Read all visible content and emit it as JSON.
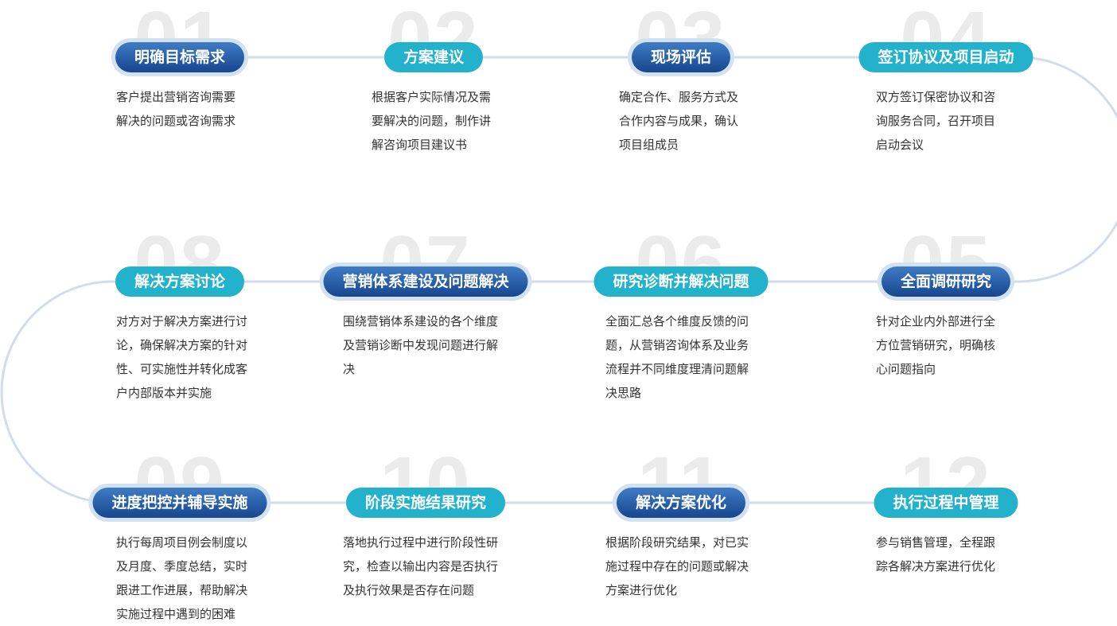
{
  "steps": [
    {
      "number": "01",
      "title": "明确目标需求",
      "style": "dark",
      "lines": [
        "客户提出营销咨询需要",
        "解决的问题或咨询需求"
      ]
    },
    {
      "number": "02",
      "title": "方案建议",
      "style": "teal",
      "lines": [
        "根据客户实际情况及需",
        "要解决的问题，制作讲",
        "解咨询项目建议书"
      ]
    },
    {
      "number": "03",
      "title": "现场评估",
      "style": "dark",
      "lines": [
        "确定合作、服务方式及",
        "合作内容与成果，确认",
        "项目组成员"
      ]
    },
    {
      "number": "04",
      "title": "签订协议及项目启动",
      "style": "teal",
      "lines": [
        "双方签订保密协议和咨",
        "询服务合同，召开项目",
        "启动会议"
      ]
    },
    {
      "number": "05",
      "title": "全面调研研究",
      "style": "dark",
      "lines": [
        "针对企业内外部进行全",
        "方位营销研究，明确核",
        "心问题指向"
      ]
    },
    {
      "number": "06",
      "title": "研究诊断并解决问题",
      "style": "teal",
      "lines": [
        "全面汇总各个维度反馈的问",
        "题，从营销咨询体系及业务",
        "流程并不同维度理清问题解",
        "决思路"
      ]
    },
    {
      "number": "07",
      "title": "营销体系建设及问题解决",
      "style": "dark",
      "lines": [
        "围绕营销体系建设的各个维度",
        "及营销诊断中发现问题进行解",
        "决"
      ]
    },
    {
      "number": "08",
      "title": "解决方案讨论",
      "style": "teal",
      "lines": [
        "对方对于解决方案进行讨",
        "论，确保解决方案的针对",
        "性、可实施性并转化成客",
        "户内部版本并实施"
      ]
    },
    {
      "number": "09",
      "title": "进度把控并辅导实施",
      "style": "dark",
      "lines": [
        "执行每周项目例会制度以",
        "及月度、季度总结，实时",
        "跟进工作进展，帮助解决",
        "实施过程中遇到的困难"
      ]
    },
    {
      "number": "10",
      "title": "阶段实施结果研究",
      "style": "teal",
      "lines": [
        "落地执行过程中进行阶段性研",
        "究，检查以输出内容是否执行",
        "及执行效果是否存在问题"
      ]
    },
    {
      "number": "11",
      "title": "解决方案优化",
      "style": "dark",
      "lines": [
        "根据阶段研究结果，对已实",
        "施过程中存在的问题或解决",
        "方案进行优化"
      ]
    },
    {
      "number": "12",
      "title": "执行过程中管理",
      "style": "teal",
      "lines": [
        "参与销售管理，全程跟",
        "踪各解决方案进行优化"
      ]
    }
  ]
}
